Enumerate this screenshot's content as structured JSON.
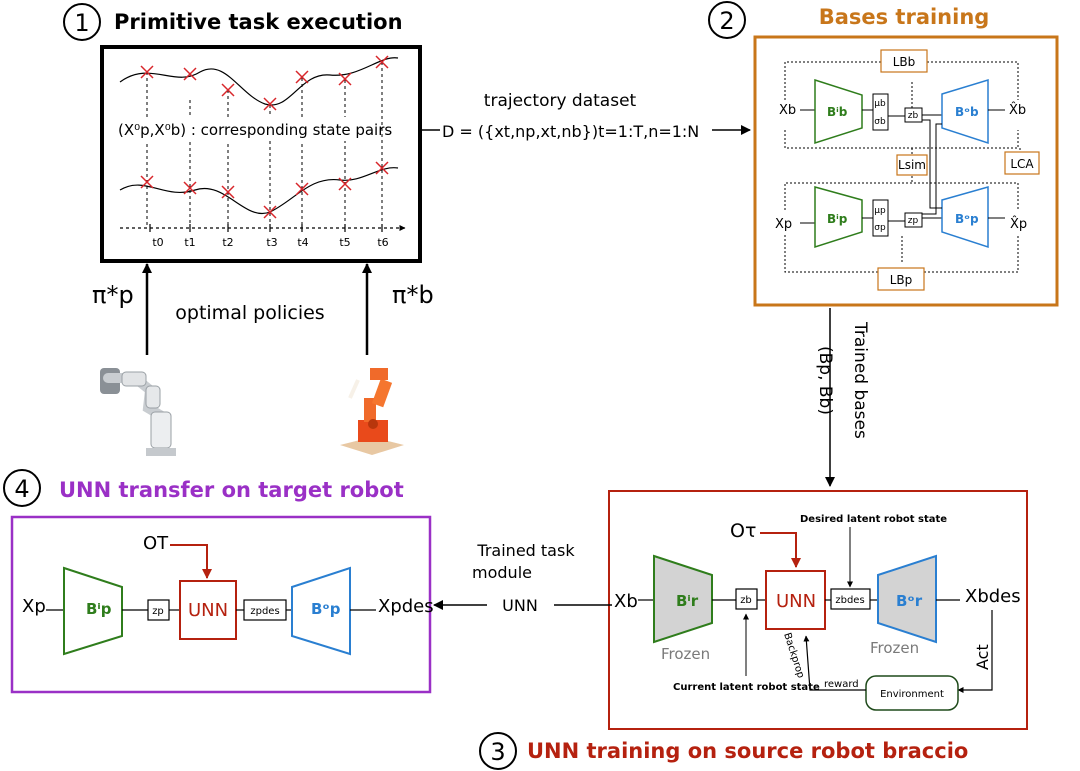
{
  "colors": {
    "bases_orange": "#c8761a",
    "unn_red": "#b5210f",
    "transfer_purple": "#9a30c6",
    "encoder_green": "#2f7d1c",
    "decoder_blue": "#2a7fd1",
    "frozen_gray": "#d3d3d3",
    "cross_red": "#d8262b"
  },
  "icons": [
    "franka-panda-robot-image",
    "braccio-robot-image"
  ],
  "step1": {
    "number": "1",
    "title": "Primitive task execution",
    "pairs_label": "(X⁰p,X⁰b) : corresponding state pairs",
    "time_ticks": [
      "t0",
      "t1",
      "t2",
      "t3",
      "t4",
      "t5",
      "t6"
    ]
  },
  "step2": {
    "number": "2",
    "title": "Bases training",
    "xb": "Xb",
    "xhat_b": "X̂b",
    "xp": "Xp",
    "xhat_p": "X̂p",
    "enc_b": "Bⁱb",
    "dec_b": "Bᵒb",
    "enc_p": "Bⁱp",
    "dec_p": "Bᵒp",
    "mu_b": "μb",
    "sigma_b": "σb",
    "mu_p": "μp",
    "sigma_p": "σp",
    "z_b": "zb",
    "z_p": "zp",
    "loss_b": "LBb",
    "loss_sim": "Lsim",
    "loss_ca": "LCA",
    "loss_p": "LBp"
  },
  "dataset": {
    "caption": "trajectory dataset",
    "formula": "D = ({xt,np,xt,nb})t=1:T,n=1:N"
  },
  "policies": {
    "pi_p": "π*p",
    "pi_b": "π*b",
    "caption": "optimal policies"
  },
  "trained_bases": {
    "text": "Trained bases",
    "pair": "(Bp, Bb)"
  },
  "step3": {
    "number": "3",
    "title": "UNN training on source robot braccio",
    "o_tau": "Oτ",
    "desired": "Desired latent robot state",
    "current": "Current latent robot state",
    "xb": "Xb",
    "enc": "Bⁱr",
    "zb": "zb",
    "unn": "UNN",
    "zbdes": "zbdes",
    "dec": "Bᵒr",
    "xbdes": "Xbdes",
    "frozen_left": "Frozen",
    "frozen_right": "Frozen",
    "act": "Act",
    "reward": "reward",
    "backprop": "Backprop",
    "environment": "Environment"
  },
  "module": {
    "caption_line1": "Trained task",
    "caption_line2": "module",
    "unn": "UNN"
  },
  "step4": {
    "number": "4",
    "title": "UNN transfer on target robot",
    "o_t": "OT",
    "xp": "Xp",
    "enc": "Bⁱp",
    "zp": "zp",
    "unn": "UNN",
    "zpdes": "zpdes",
    "dec": "Bᵒp",
    "xpdes": "Xpdes"
  }
}
